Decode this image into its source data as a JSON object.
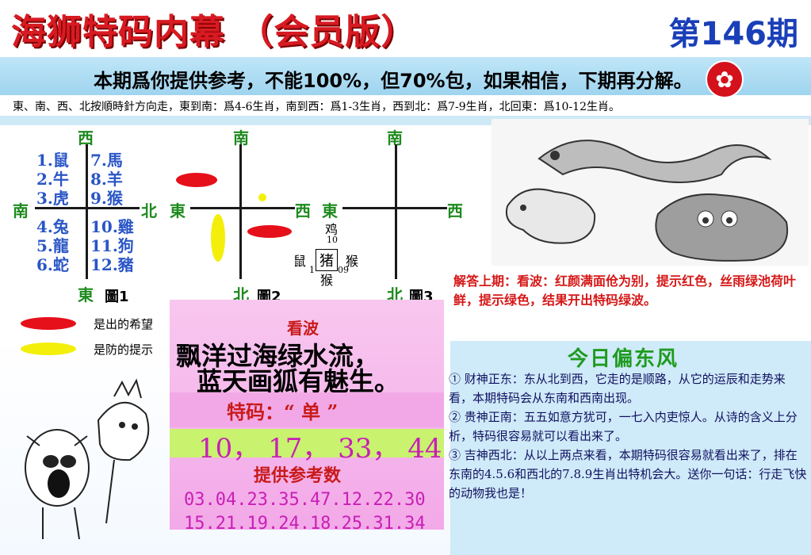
{
  "header": {
    "title": "海狮特码内幕 （会员版）",
    "issue": "第146期"
  },
  "banner": {
    "text": "本期爲你提供参考，不能100%，但70%包，如果相信，下期再分解。"
  },
  "rule": {
    "text": "東、南、西、北按順時針方向走，東到南：爲4-6生肖，南到西：爲1-3生肖，西到北：爲7-9生肖，北回東：爲10-12生肖。"
  },
  "figure1": {
    "top": "西",
    "left": "南",
    "right": "北",
    "bottom": "東",
    "caption": "圖1",
    "zodiac": [
      {
        "n": "1.",
        "a": "鼠"
      },
      {
        "n": "2.",
        "a": "牛"
      },
      {
        "n": "3.",
        "a": "虎"
      },
      {
        "n": "4.",
        "a": "兔"
      },
      {
        "n": "5.",
        "a": "龍"
      },
      {
        "n": "6.",
        "a": "蛇"
      },
      {
        "n": "7.",
        "a": "馬"
      },
      {
        "n": "8.",
        "a": "羊"
      },
      {
        "n": "9.",
        "a": "猴"
      },
      {
        "n": "10.",
        "a": "雞"
      },
      {
        "n": "11.",
        "a": "狗"
      },
      {
        "n": "12.",
        "a": "豬"
      }
    ]
  },
  "figure2": {
    "top": "南",
    "left": "東",
    "right": "西",
    "bottom": "北",
    "caption": "圖2"
  },
  "figure3": {
    "top": "南",
    "left": "東",
    "right": "西",
    "bottom": "北",
    "caption": "圖3",
    "center": {
      "top": "鸡",
      "top_num": "10",
      "left": "鼠",
      "left_num": "1",
      "center": "猪",
      "right": "猴",
      "right_num": "09",
      "bottom": "猴"
    }
  },
  "legend": {
    "red": "是出的希望",
    "yellow": "是防的提示"
  },
  "answer": {
    "text": "解答上期：看波：红颜满面伧为别，提示红色，丝雨绿池荷叶鲜，提示绿色，结果开出特码绿波。"
  },
  "tip": {
    "heading": "看波",
    "poem1": "飘洋过海绿水流，",
    "poem2": "蓝天画狐有魅生。",
    "tema": "特码：“ 单 ”",
    "numbers": "10， 17， 33， 44",
    "ref_title": "提供参考数",
    "ref_row1": "03.04.23.35.47.12.22.30",
    "ref_row2": "15.21.19.24.18.25.31.34"
  },
  "wind": {
    "title": "今日偏东风",
    "items": [
      "① 财神正东：东从北到西，它走的是顺路，从它的运辰和走势来看，本期特码会从东南和西南出现。",
      "② 贵神正南：五五如意方犹可，一七入内吏惊人。从诗的含义上分析，特码很容易就可以看出来了。",
      "③ 吉神西北：从以上两点来看，本期特码很容易就看出来了，排在东南的4.5.6和西北的7.8.9生肖出特机会大。送你一句话：行走飞快的动物我也是！"
    ]
  },
  "colors": {
    "title_red": "#d81a22",
    "issue_blue": "#1a3fb8",
    "direction_green": "#1e8a1e",
    "zodiac_blue": "#2a56c6",
    "number_magenta": "#c81fb6"
  }
}
